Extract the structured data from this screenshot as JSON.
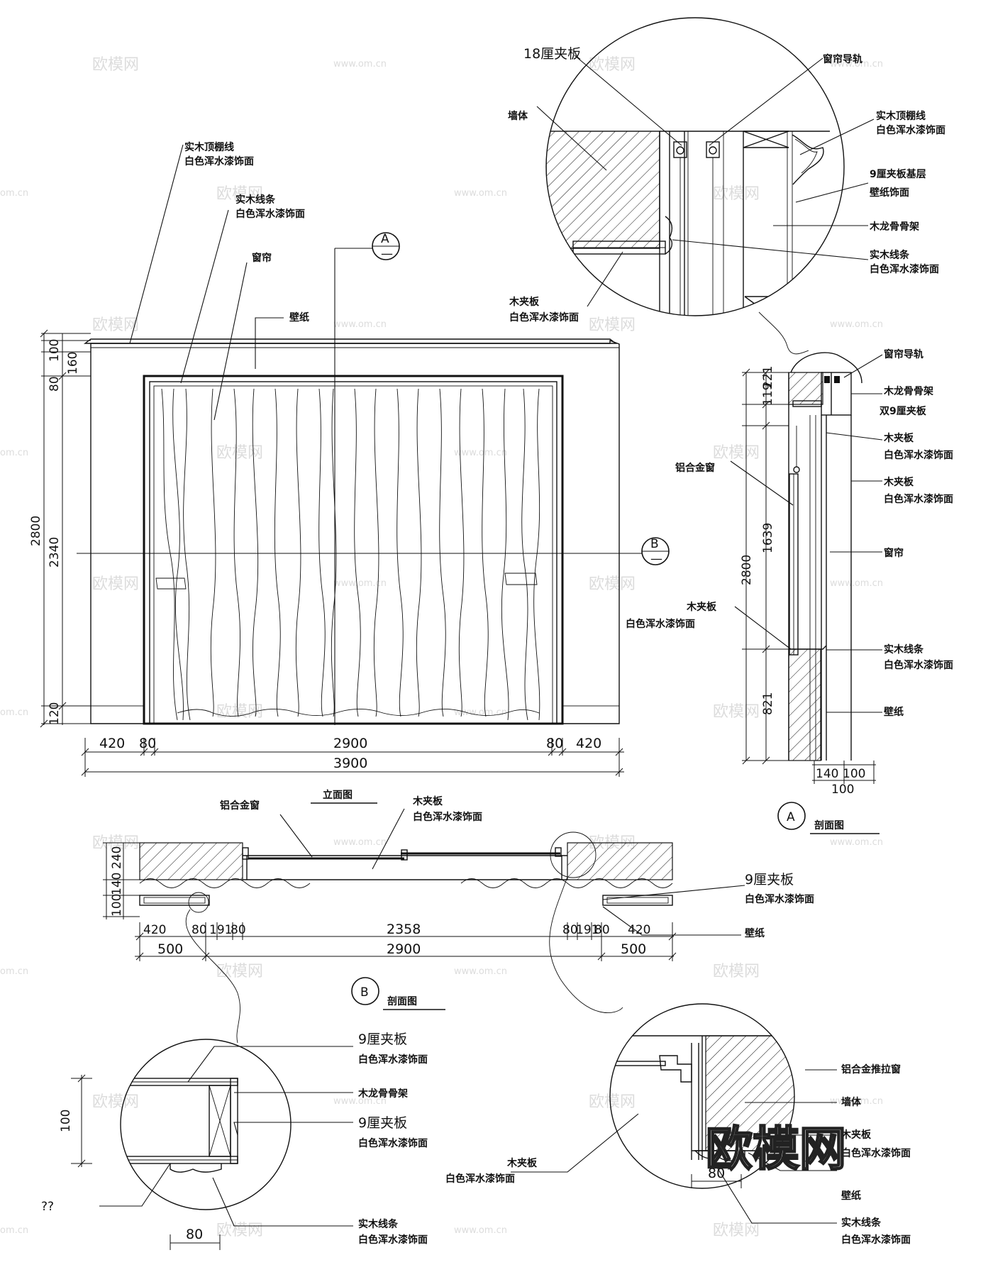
{
  "elevation": {
    "title": "立面图",
    "labels": {
      "cornice": [
        "实木顶棚线",
        "白色浑水漆饰面"
      ],
      "trim": [
        "实木线条",
        "白色浑水漆饰面"
      ],
      "curtain": "窗帘",
      "wallpaper": "壁纸"
    },
    "dims_vertical": [
      "2800",
      "2340",
      "80",
      "100",
      "160",
      "120"
    ],
    "dims_horizontal": [
      "420",
      "80",
      "2900",
      "80",
      "420",
      "3900"
    ],
    "section_markers": [
      {
        "letter": "A",
        "sub": "—"
      },
      {
        "letter": "B",
        "sub": "—"
      }
    ]
  },
  "detail_top": {
    "labels": {
      "plywood18": "18厘夹板",
      "rail": "窗帘导轨",
      "wall": "墙体",
      "cornice": [
        "实木顶棚线",
        "白色浑水漆饰面"
      ],
      "base9": [
        "9厘夹板基层",
        "壁纸饰面"
      ],
      "keel": "木龙骨骨架",
      "trim": [
        "实木线条",
        "白色浑水漆饰面"
      ],
      "plywood": [
        "木夹板",
        "白色浑水漆饰面"
      ]
    }
  },
  "section_a": {
    "title": "剖面图",
    "letter": "A",
    "labels": {
      "rail": "窗帘导轨",
      "keel": [
        "木龙骨骨架",
        "双9厘夹板"
      ],
      "plywood1": [
        "木夹板",
        "白色浑水漆饰面"
      ],
      "plywood2": [
        "木夹板",
        "白色浑水漆饰面"
      ],
      "alu_window": "铝合金窗",
      "curtain": "窗帘",
      "plywood3": [
        "木夹板",
        "白色浑水漆饰面"
      ],
      "trim": [
        "实木线条",
        "白色浑水漆饰面"
      ],
      "wallpaper": "壁纸"
    },
    "dims": [
      "119",
      "221",
      "1639",
      "2800",
      "821",
      "140",
      "100",
      "100"
    ]
  },
  "section_b": {
    "title": "剖面图",
    "letter": "B",
    "labels": {
      "alu_window": "铝合金窗",
      "plywood": [
        "木夹板",
        "白色浑水漆饰面"
      ],
      "plywood9": [
        "9厘夹板",
        "白色浑水漆饰面"
      ],
      "wallpaper": "壁纸"
    },
    "dims": [
      "240",
      "140",
      "100",
      "420",
      "80",
      "191",
      "80",
      "2358",
      "80",
      "191",
      "80",
      "420",
      "500",
      "2900",
      "500"
    ]
  },
  "detail_left": {
    "labels": {
      "plywood9a": [
        "9厘夹板",
        "白色浑水漆饰面"
      ],
      "keel": "木龙骨骨架",
      "plywood9b": [
        "9厘夹板",
        "白色浑水漆饰面"
      ],
      "trim": [
        "实木线条",
        "白色浑水漆饰面"
      ],
      "unknown": "??"
    },
    "dims": [
      "100",
      "80"
    ]
  },
  "detail_right": {
    "labels": {
      "alu_slide": "铝合金推拉窗",
      "wall": "墙体",
      "plywood_partial": [
        "木夹板",
        "白色浑水漆饰面"
      ],
      "plywood": [
        "木夹板",
        "白色浑水漆饰面"
      ],
      "wallpaper": "壁纸",
      "trim": [
        "实木线条",
        "白色浑水漆饰面"
      ]
    },
    "dims": [
      "80"
    ]
  },
  "watermarks": {
    "brand": "欧模网",
    "url": "www.om.cn",
    "url_short": "om.cn"
  }
}
